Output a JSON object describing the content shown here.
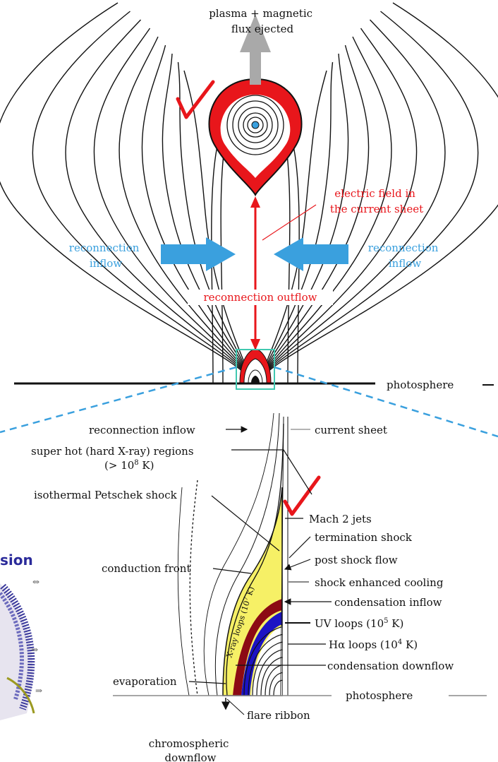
{
  "top_diagram": {
    "ejection_label": [
      "plasma + magnetic",
      "flux ejected"
    ],
    "electric_field_label": [
      "electric field  in",
      "the current sheet"
    ],
    "inflow_left_label": [
      "reconnection",
      "inflow"
    ],
    "inflow_right_label": [
      "reconnection",
      "inflow"
    ],
    "outflow_label": "reconnection outflow",
    "photosphere_label": "photosphere"
  },
  "bottom_diagram": {
    "reconnection_inflow": "reconnection inflow",
    "current_sheet": "current sheet",
    "super_hot": [
      "super hot (hard X-ray) regions",
      "(> 10",
      "8",
      " K)"
    ],
    "petschek": "isothermal Petschek shock",
    "mach_jets": "Mach 2 jets",
    "termination_shock": "termination shock",
    "post_shock_flow": "post shock flow",
    "shock_cooling": "shock enhanced cooling",
    "condensation_inflow": "condensation inflow",
    "uv_loops": [
      "UV loops (10",
      "5",
      " K)"
    ],
    "ha_loops": [
      "Hα loops (10",
      "4",
      " K)"
    ],
    "condensation_downflow": "condensation downflow",
    "conduction_front": "conduction front",
    "evaporation": "evaporation",
    "photosphere": "photosphere",
    "flare_ribbon": "flare ribbon",
    "chromospheric": [
      "chromospheric",
      "downflow"
    ],
    "xray_loops": [
      "X-ray loops (10",
      "7",
      " K)"
    ]
  },
  "partial_slide_text": "sion",
  "colors": {
    "red": "#e8161b",
    "blue": "#3aa0de",
    "gray_arrow": "#a9a9a9",
    "yellow": "#f6f066",
    "dark_red": "#8c0a14",
    "dark_blue": "#1c13c4",
    "teal_box": "#40c8b0"
  }
}
